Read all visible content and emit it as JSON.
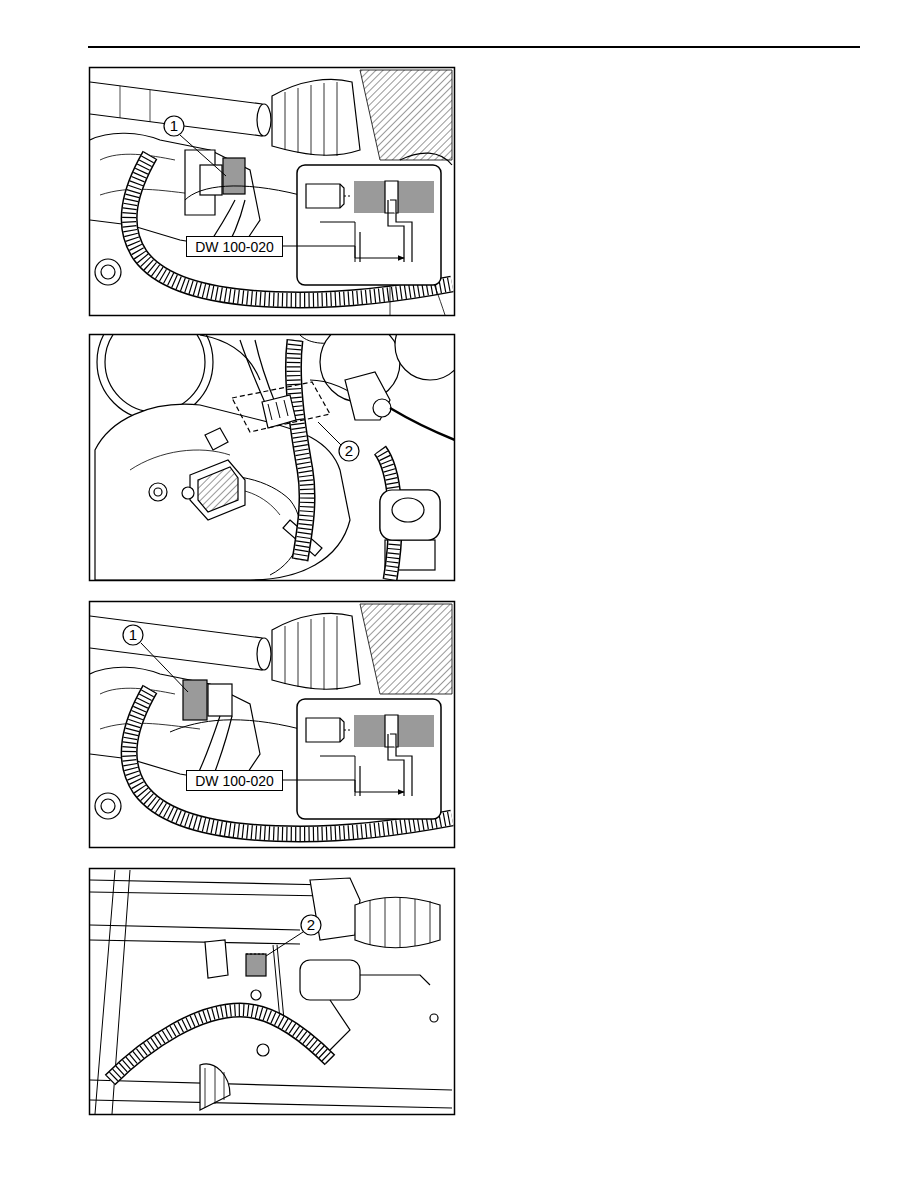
{
  "diagram": {
    "labels": [
      "1",
      "DW 100-020",
      "2",
      "1",
      "DW 100-020",
      "2"
    ]
  }
}
